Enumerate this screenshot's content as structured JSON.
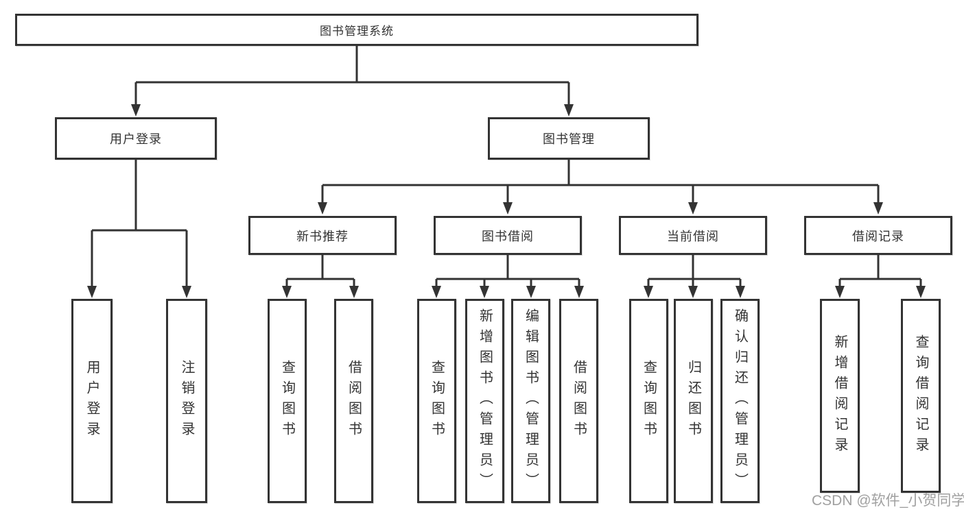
{
  "diagram": {
    "title_node": {
      "label": "图书管理系统"
    },
    "level2": [
      {
        "label": "用户登录"
      },
      {
        "label": "图书管理"
      }
    ],
    "level3": [
      {
        "label": "新书推荐"
      },
      {
        "label": "图书借阅"
      },
      {
        "label": "当前借阅"
      },
      {
        "label": "借阅记录"
      }
    ],
    "leaves": {
      "user_login": [
        "用户登录",
        "注销登录"
      ],
      "new_book_recommend": [
        "查询图书",
        "借阅图书"
      ],
      "book_borrowing": [
        "查询图书",
        "新增图书（管理员）",
        "编辑图书（管理员）",
        "借阅图书"
      ],
      "current_borrowing": [
        "查询图书",
        "归还图书",
        "确认归还（管理员）"
      ],
      "borrowing_records": [
        "新增借阅记录",
        "查询借阅记录"
      ]
    }
  },
  "watermark": {
    "text": "CSDN @软件_小贺同学"
  },
  "colors": {
    "line": "#333333",
    "box_border": "#333333",
    "text": "#333333",
    "background": "#ffffff",
    "watermark": "#969696"
  }
}
